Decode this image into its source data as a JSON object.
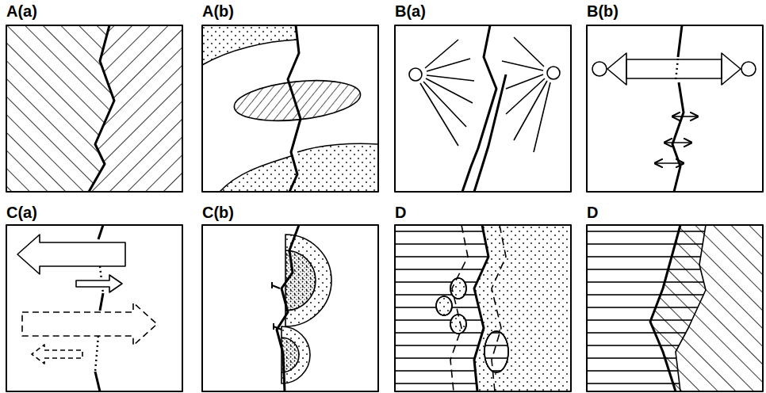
{
  "diagram": {
    "nodes": [
      {
        "text": [
          "A(a)"
        ]
      },
      {
        "text": [
          "A(b)"
        ]
      },
      {
        "text": [
          "B(a)"
        ]
      },
      {
        "text": [
          "B(b)"
        ]
      },
      {
        "text": [
          "C(a)"
        ]
      },
      {
        "text": [
          "C(b)"
        ]
      },
      {
        "text": [
          "D"
        ]
      },
      {
        "text": [
          "D"
        ]
      }
    ]
  }
}
